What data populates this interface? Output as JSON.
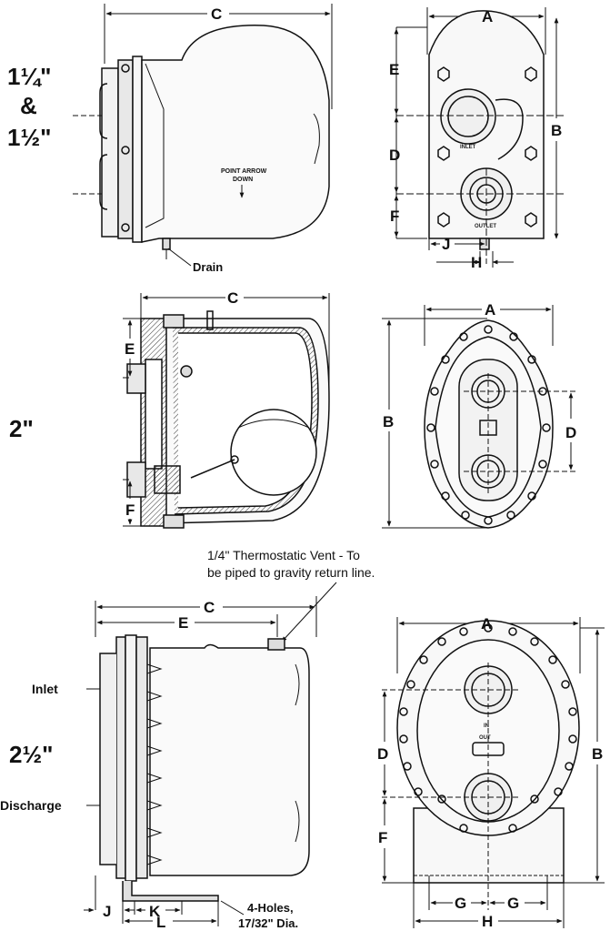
{
  "sizes": {
    "size1_a": "1¼\"",
    "size1_amp": "&",
    "size1_b": "1½\"",
    "size2": "2\"",
    "size3": "2½\""
  },
  "row1": {
    "side": {
      "c": "C",
      "drain": "Drain",
      "arrow_line1": "POINT ARROW",
      "arrow_line2": "DOWN"
    },
    "front": {
      "a": "A",
      "b": "B",
      "d": "D",
      "e": "E",
      "f": "F",
      "h": "H",
      "j": "J",
      "inlet": "INLET",
      "outlet": "OUTLET"
    }
  },
  "row2": {
    "side": {
      "c": "C",
      "e": "E",
      "f": "F"
    },
    "front": {
      "a": "A",
      "b": "B",
      "d": "D"
    }
  },
  "row3": {
    "note_line1": "1/4\" Thermostatic Vent - To",
    "note_line2": "be piped to gravity return line.",
    "side": {
      "c": "C",
      "e": "E",
      "j": "J",
      "k": "K",
      "l": "L",
      "inlet": "Inlet",
      "discharge": "Discharge",
      "holes_line1": "4-Holes,",
      "holes_line2": "17/32\" Dia."
    },
    "front": {
      "a": "A",
      "b": "B",
      "d": "D",
      "f": "F",
      "g_left": "G",
      "g_right": "G",
      "h": "H",
      "in": "IN",
      "out": "OUT"
    }
  },
  "colors": {
    "ink": "#111111",
    "body_fill": "#f2f2f2",
    "shade": "#d0d0d0"
  }
}
